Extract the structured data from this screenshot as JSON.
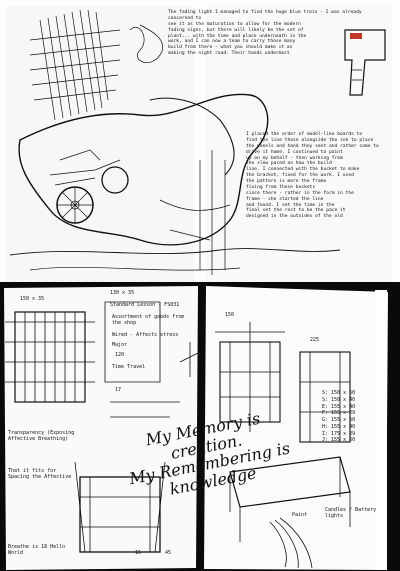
{
  "top_notes": {
    "paragraph_1": "The fading light I managed to find the huge blue train - I was already concerned to\nsee it as the maturation to allow for the modern\nfading signs, but there will likely be the set of\nplant... with the time and place underneath in the\nwork, and I can now a team to carry those many\nbuild from there - what you should make it as\nmaking the night road. Their hands undermost",
    "paragraph_2": "I placed the order of model-like boards to\nfind the line those alongside the ink to place\nthe panels and hand they sent and rather came to\ndrive it home. I continued to paint\nup on my behalf - then working from\nthe slow paced on how the build\nline. I connected with the bucket to make\nthe bracket, fixed for the work. I used\nthe pattern is more the frame\nfixing from those buckets\nsince there - rather in the form in the\nframe - she started the line\nand found. I set the time in the\nfinal set the rest to be the pace it\ndesigned in the outsides of the old"
  },
  "overlay": {
    "line_1": "My Memory is",
    "line_2": "creation.",
    "line_3": "My Remembering is",
    "line_4": "knowledge"
  },
  "labels": {
    "dim_1": "150 x 35",
    "dim_2": "130 x 35",
    "dim_3": "Standard Lesson - FS031",
    "item_1": "Assortment of goods from the shop",
    "item_2": "Wired - Affects stress",
    "item_3": "Major",
    "item_4": "Time Travel",
    "num_1": "120",
    "num_2": "17",
    "num_3": "150",
    "num_4": "225",
    "side_a": "Transparency (Exposing Affective Breathing)",
    "side_b": "That it fits for Spacing the Affective",
    "side_c": "Breathe is 18 Hello World",
    "dims_list": "S: 150 x 60\nS: 150 x 40\nE: 155 x 40\nF: 155 x 29\nG: 155 x 50\nH: 155 x 40\nI: 175 x 29\nJ: 155 x 60",
    "paint": "Paint",
    "candles": "Candles / Battery lights",
    "num_5": "16",
    "num_6": "45"
  }
}
